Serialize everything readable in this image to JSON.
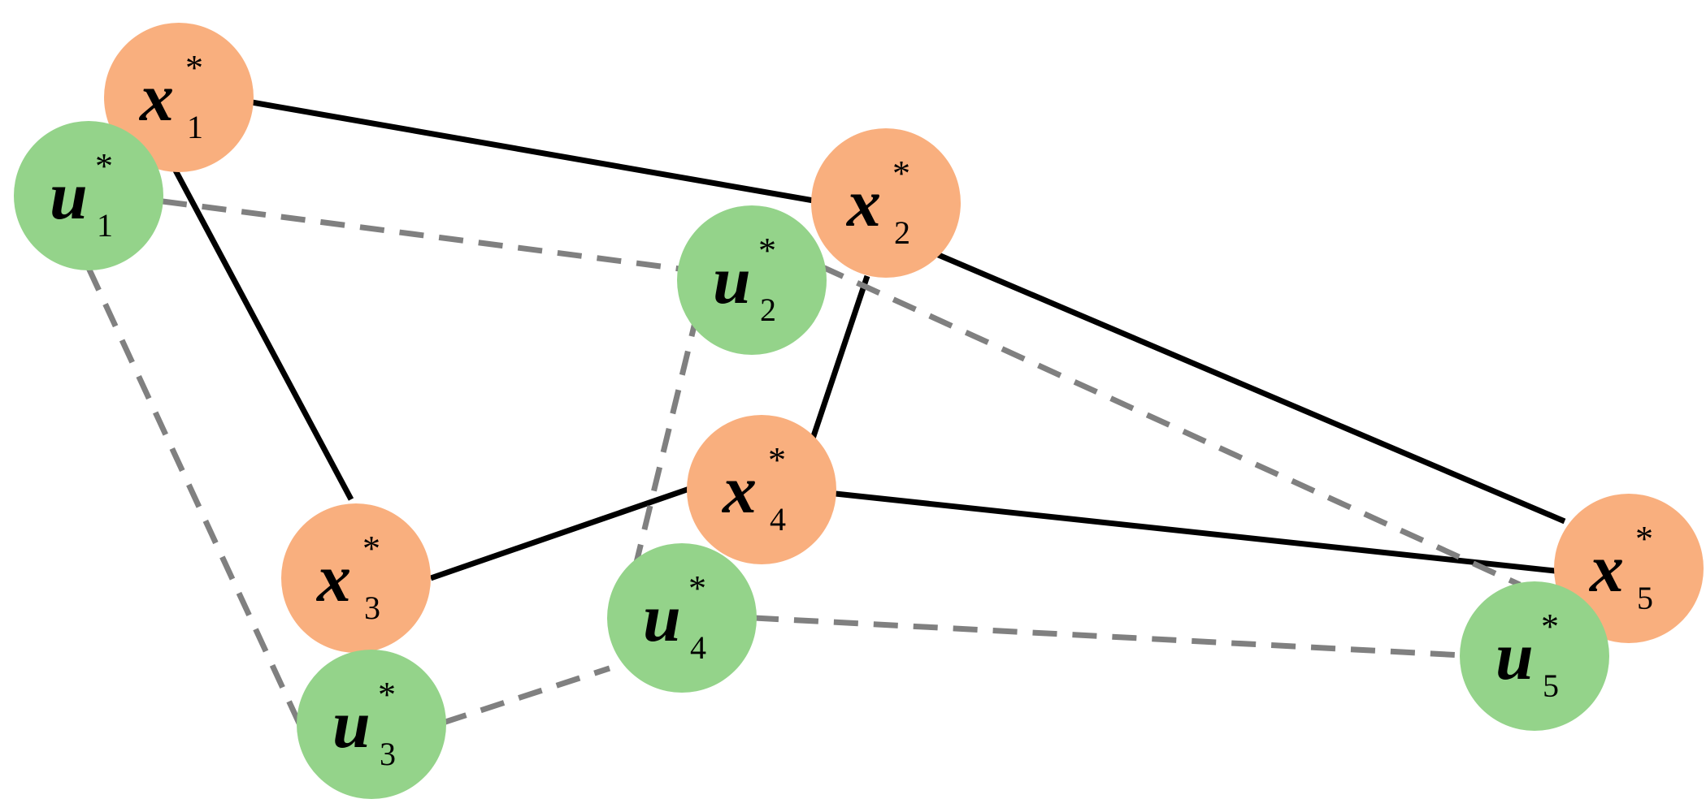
{
  "colors": {
    "x_node": "#F9AF7E",
    "u_node": "#94D38A",
    "solid_edge": "#000000",
    "dashed_edge": "#808080"
  },
  "nodes": [
    {
      "id": "x1",
      "symbol": "x",
      "sup": "*",
      "sub": "1",
      "kind": "x"
    },
    {
      "id": "x2",
      "symbol": "x",
      "sup": "*",
      "sub": "2",
      "kind": "x"
    },
    {
      "id": "x3",
      "symbol": "x",
      "sup": "*",
      "sub": "3",
      "kind": "x"
    },
    {
      "id": "x4",
      "symbol": "x",
      "sup": "*",
      "sub": "4",
      "kind": "x"
    },
    {
      "id": "x5",
      "symbol": "x",
      "sup": "*",
      "sub": "5",
      "kind": "x"
    },
    {
      "id": "u1",
      "symbol": "u",
      "sup": "*",
      "sub": "1",
      "kind": "u"
    },
    {
      "id": "u2",
      "symbol": "u",
      "sup": "*",
      "sub": "2",
      "kind": "u"
    },
    {
      "id": "u3",
      "symbol": "u",
      "sup": "*",
      "sub": "3",
      "kind": "u"
    },
    {
      "id": "u4",
      "symbol": "u",
      "sup": "*",
      "sub": "4",
      "kind": "u"
    },
    {
      "id": "u5",
      "symbol": "u",
      "sup": "*",
      "sub": "5",
      "kind": "u"
    }
  ],
  "edges": [
    {
      "from": "x1",
      "to": "x2",
      "style": "solid"
    },
    {
      "from": "x1",
      "to": "x3",
      "style": "solid"
    },
    {
      "from": "x2",
      "to": "x4",
      "style": "solid"
    },
    {
      "from": "x2",
      "to": "x5",
      "style": "solid"
    },
    {
      "from": "x3",
      "to": "x4",
      "style": "solid"
    },
    {
      "from": "x4",
      "to": "x5",
      "style": "solid"
    },
    {
      "from": "u1",
      "to": "u2",
      "style": "dashed"
    },
    {
      "from": "u1",
      "to": "u3",
      "style": "dashed"
    },
    {
      "from": "u2",
      "to": "u4",
      "style": "dashed"
    },
    {
      "from": "u2",
      "to": "u5",
      "style": "dashed"
    },
    {
      "from": "u3",
      "to": "u4",
      "style": "dashed"
    },
    {
      "from": "u4",
      "to": "u5",
      "style": "dashed"
    }
  ]
}
